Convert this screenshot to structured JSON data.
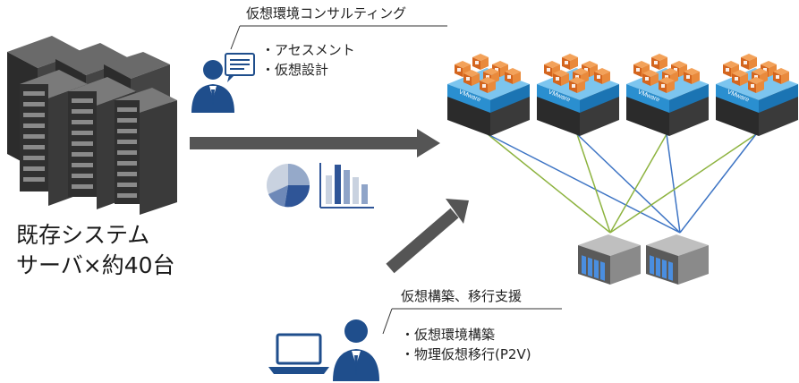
{
  "legacy": {
    "label_line1": "既存システム",
    "label_line2": "サーバ×約40台"
  },
  "consulting": {
    "title": "仮想環境コンサルティング",
    "bullets": [
      "・アセスメント",
      "・仮想設計"
    ]
  },
  "build": {
    "title": "仮想構築、移行支援",
    "bullets": [
      "・仮想環境構築",
      "・物理仮想移行(P2V)"
    ]
  },
  "vmware_host": {
    "brand": "VMware",
    "count": 4
  },
  "storage": {
    "count": 2
  },
  "colors": {
    "arrow": "#555555",
    "person": "#1f4e8c",
    "link_green": "#8db33f",
    "link_blue": "#3d74c4",
    "vm_orange": "#e07a2e",
    "host_blue": "#2a8fd0"
  }
}
